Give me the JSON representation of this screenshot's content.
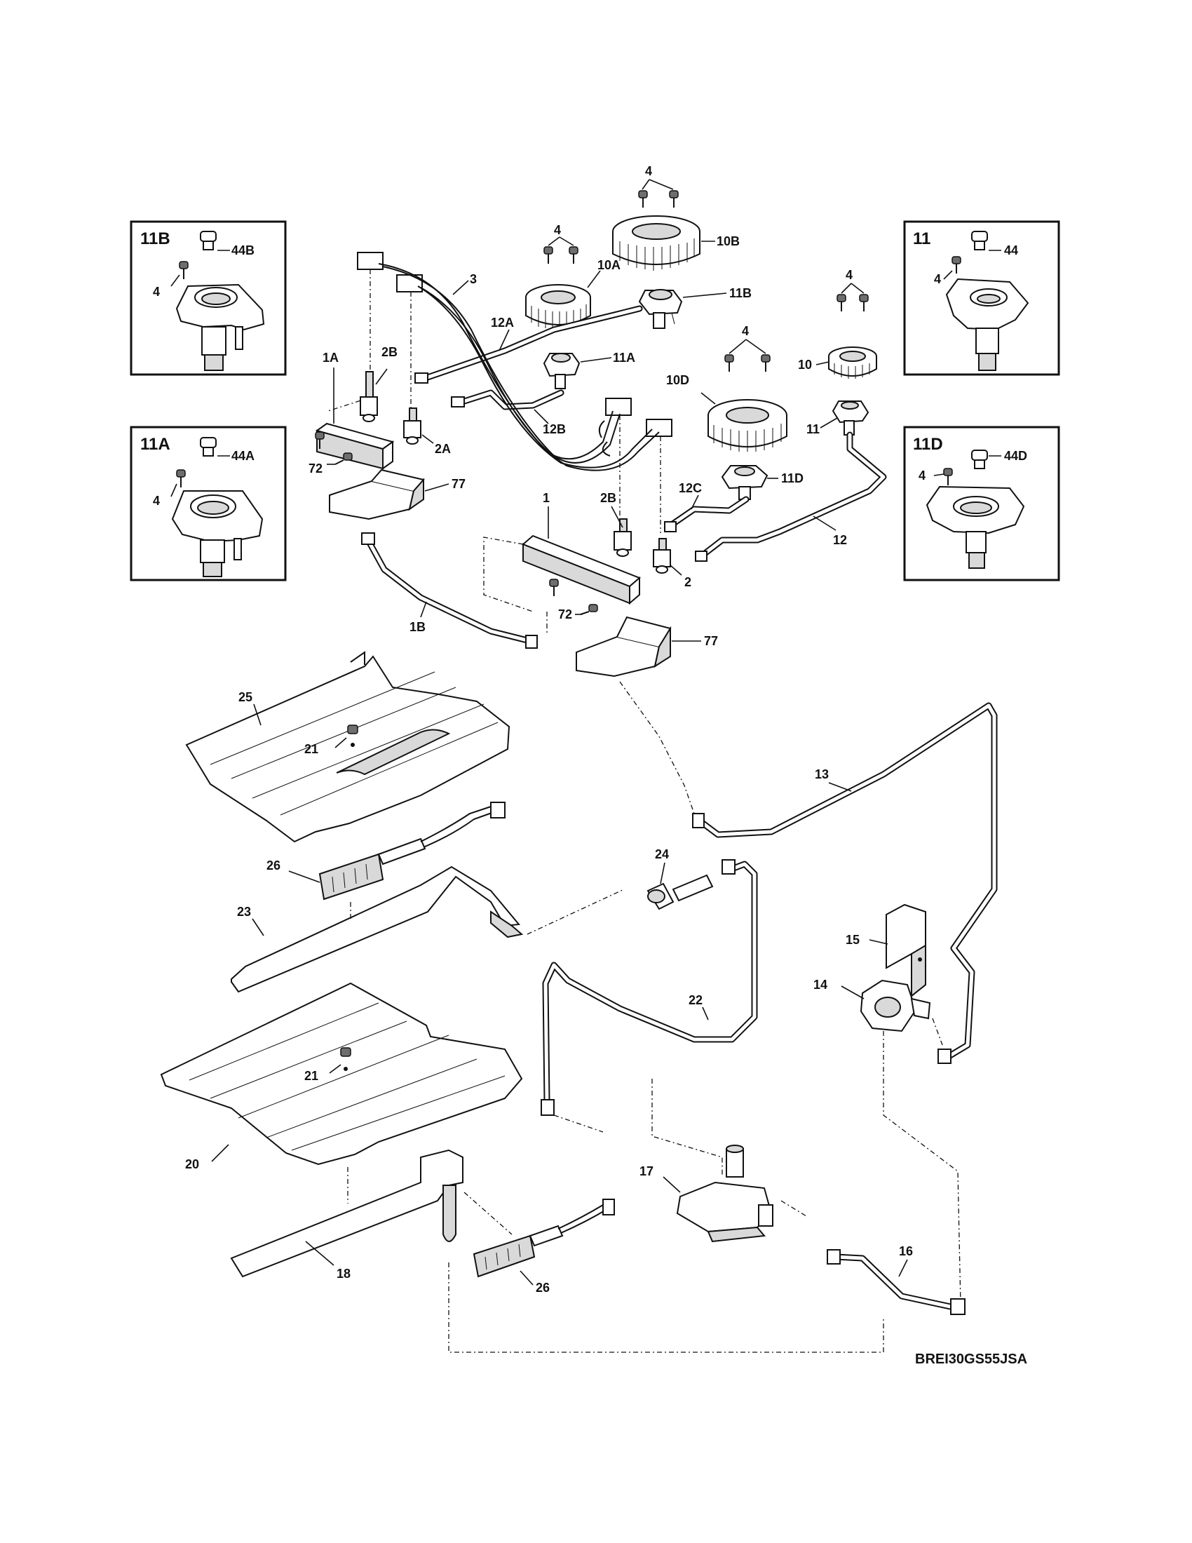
{
  "diagram_code": "BREI30GS55JSA",
  "insets": [
    {
      "title": "11B",
      "labels": [
        "44B",
        "4"
      ]
    },
    {
      "title": "11A",
      "labels": [
        "44A",
        "4"
      ]
    },
    {
      "title": "11",
      "labels": [
        "44",
        "4"
      ]
    },
    {
      "title": "11D",
      "labels": [
        "44D",
        "4"
      ]
    }
  ],
  "callouts": {
    "c4_top": "4",
    "c10B": "10B",
    "c4_10A": "4",
    "c10A": "10A",
    "c11B": "11B",
    "c3": "3",
    "c12A": "12A",
    "c2B_left": "2B",
    "c1A": "1A",
    "c11A": "11A",
    "c12B": "12B",
    "c2A": "2A",
    "c72_left": "72",
    "c77_left": "77",
    "c4_10D": "4",
    "c10D": "10D",
    "c11D": "11D",
    "c12C": "12C",
    "c4_10": "4",
    "c10": "10",
    "c11": "11",
    "c12": "12",
    "c1": "1",
    "c2B_right": "2B",
    "c2": "2",
    "c72_right": "72",
    "c77_right": "77",
    "c1B": "1B",
    "c25": "25",
    "c21_top": "21",
    "c13": "13",
    "c26_top": "26",
    "c24": "24",
    "c23": "23",
    "c15": "15",
    "c14": "14",
    "c22": "22",
    "c21_bottom": "21",
    "c20": "20",
    "c17": "17",
    "c16": "16",
    "c18": "18",
    "c26_bottom": "26"
  }
}
